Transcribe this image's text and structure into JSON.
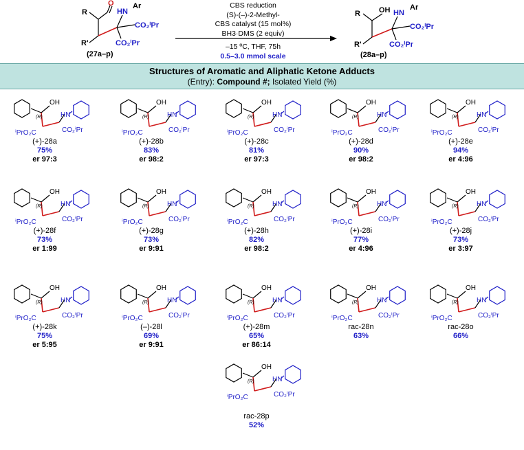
{
  "scheme": {
    "reactant_label": "(27a–p)",
    "product_label": "(28a–p)",
    "conditions": [
      "CBS reduction",
      "(S)-(–)-2-Methyl-",
      "CBS catalyst (15 mol%)",
      "BH3·DMS (2 equiv)",
      "–15 ºC, THF, 75h"
    ],
    "scale": "0.5–3.0 mmol scale"
  },
  "banner": {
    "title": "Structures of Aromatic and Aliphatic Ketone Adducts",
    "subtitle_prefix": "(Entry): ",
    "subtitle_bold": "Compound #;",
    "subtitle_suffix": " Isolated Yield (%)"
  },
  "compounds": [
    {
      "label": "(+)-28a",
      "yield": "75%",
      "er": "er 97:3"
    },
    {
      "label": "(+)-28b",
      "yield": "83%",
      "er": "er 98:2"
    },
    {
      "label": "(+)-28c",
      "yield": "81%",
      "er": "er 97:3"
    },
    {
      "label": "(+)-28d",
      "yield": "90%",
      "er": "er 98:2"
    },
    {
      "label": "(+)-28e",
      "yield": "94%",
      "er": "er 4:96"
    },
    {
      "label": "(+)-28f",
      "yield": "73%",
      "er": "er 1:99"
    },
    {
      "label": "(+)-28g",
      "yield": "73%",
      "er": "er 9:91"
    },
    {
      "label": "(+)-28h",
      "yield": "82%",
      "er": "er 98:2"
    },
    {
      "label": "(+)-28i",
      "yield": "77%",
      "er": "er 4:96"
    },
    {
      "label": "(+)-28j",
      "yield": "73%",
      "er": "er 3:97"
    },
    {
      "label": "(+)-28k",
      "yield": "75%",
      "er": "er 5:95"
    },
    {
      "label": "(–)-28l",
      "yield": "69%",
      "er": "er 9:91"
    },
    {
      "label": "(+)-28m",
      "yield": "65%",
      "er": "er 86:14"
    },
    {
      "label": "rac-28n",
      "yield": "63%",
      "er": ""
    },
    {
      "label": "rac-28o",
      "yield": "66%",
      "er": ""
    },
    {
      "label": "rac-28p",
      "yield": "52%",
      "er": ""
    }
  ]
}
